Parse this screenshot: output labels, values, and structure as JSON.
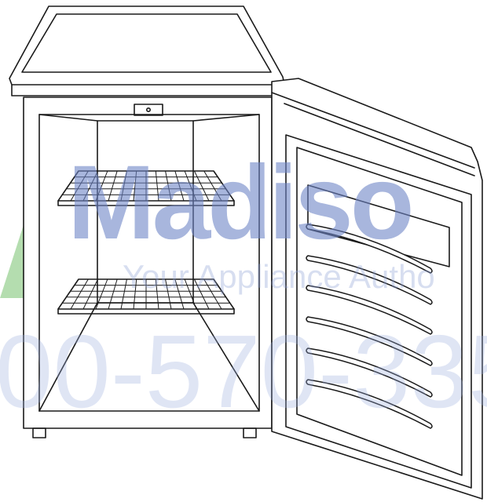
{
  "illustration": {
    "subject": "refrigerator-open-door"
  },
  "watermark": {
    "brand": "Madiso",
    "tagline": "Your Appliance Autho",
    "phone": "00-570-335",
    "logo_text": "AJ Madison",
    "colors": {
      "brand_blue": "#6f86c7",
      "phone_blue": "#9eb0e0",
      "logo_green": "#9fd39a"
    }
  },
  "colors": {
    "line": "#1a1a1a",
    "background": "#ffffff"
  }
}
